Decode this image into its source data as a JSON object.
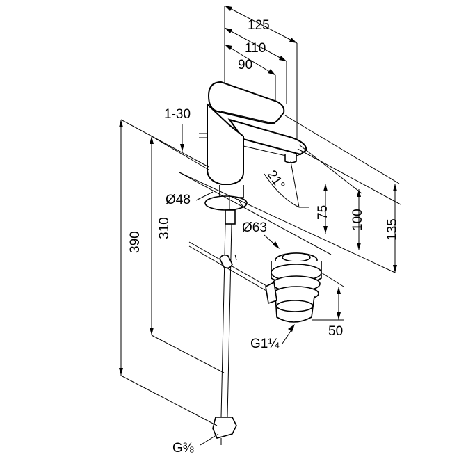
{
  "dimensions": {
    "width_125": "125",
    "width_110": "110",
    "width_90": "90",
    "lever_angle": "1-30",
    "spout_angle": "21°",
    "base_diameter": "Ø48",
    "drain_diameter": "Ø63",
    "height_390": "390",
    "height_310": "310",
    "height_75": "75",
    "height_100": "100",
    "height_135": "135",
    "drain_height": "50",
    "drain_thread": "G1¼",
    "supply_thread": "G⅜"
  }
}
